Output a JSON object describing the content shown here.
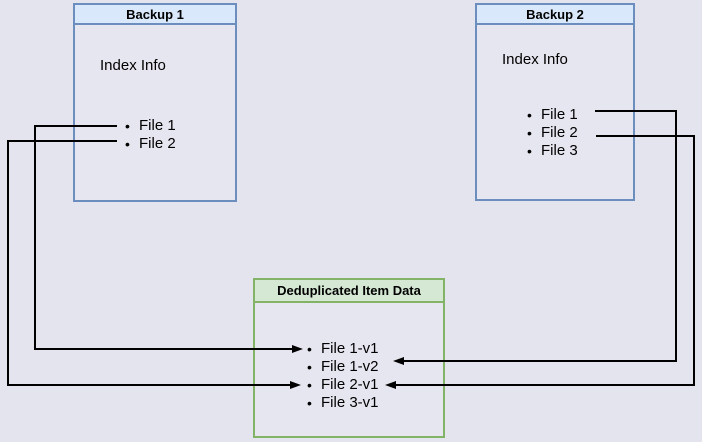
{
  "backup1": {
    "title": "Backup 1",
    "subtitle": "Index Info",
    "items": [
      "File 1",
      "File 2"
    ]
  },
  "backup2": {
    "title": "Backup 2",
    "subtitle": "Index Info",
    "items": [
      "File 1",
      "File 2",
      "File 3"
    ]
  },
  "dedup": {
    "title": "Deduplicated Item Data",
    "items": [
      "File 1-v1",
      "File 1-v2",
      "File 2-v1",
      "File 3-v1"
    ]
  },
  "connections": [
    {
      "from": "Backup 1 / File 1",
      "to": "File 1-v1",
      "route": "left"
    },
    {
      "from": "Backup 1 / File 2",
      "to": "File 2-v1",
      "route": "left"
    },
    {
      "from": "Backup 2 / File 1",
      "to": "File 1-v2",
      "route": "right"
    },
    {
      "from": "Backup 2 / File 2",
      "to": "File 2-v1",
      "route": "right"
    }
  ],
  "colors": {
    "page_bg": "#e4e4ef",
    "backup_header_bg": "#dae8fc",
    "backup_border": "#6c8ebf",
    "dedup_header_bg": "#d5e8d4",
    "dedup_border": "#82b366",
    "arrow": "#000000",
    "text": "#000000"
  }
}
